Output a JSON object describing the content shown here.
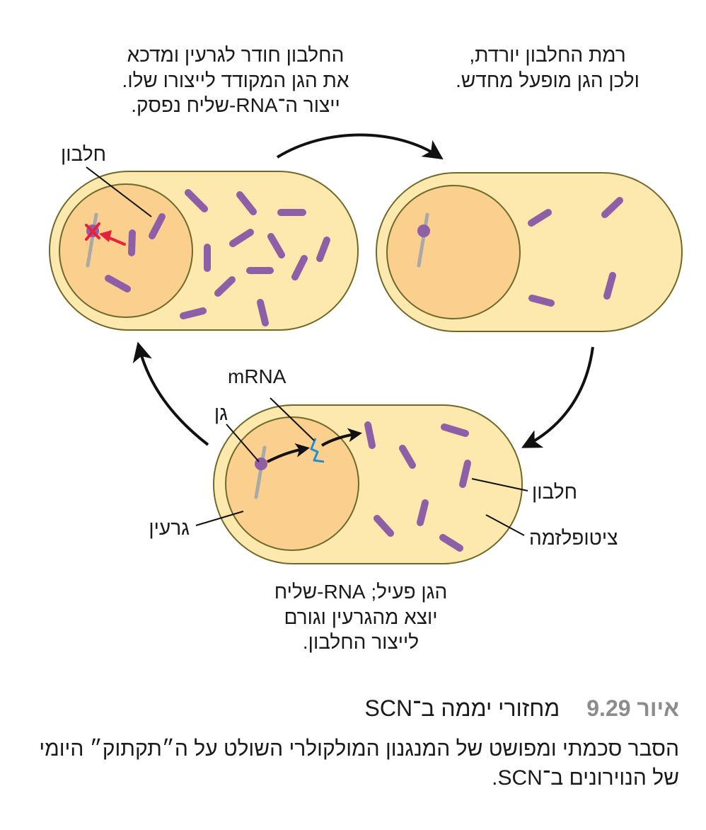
{
  "labels": {
    "top_left_line1": "החלבון חודר לגרעין ומדכא",
    "top_left_line2": "את הגן המקודד לייצורו שלו.",
    "top_left_line3": "ייצור ה־RNA-שליח נפסק.",
    "top_right_line1": "רמת החלבון יורדת,",
    "top_right_line2": "ולכן הגן מופעל מחדש.",
    "bottom_line1": "הגן פעיל; RNA-שליח",
    "bottom_line2": "יוצא מהגרעין וגורם",
    "bottom_line3": "לייצור החלבון.",
    "protein_top": "חלבון",
    "mrna": "mRNA",
    "gene": "גן",
    "nucleus": "גרעין",
    "protein_bottom": "חלבון",
    "cytoplasm": "ציטופלזמה"
  },
  "caption": {
    "figure_label": "איור 9.29",
    "title": "מחזורי יממה ב־SCN",
    "text": "הסבר סכמתי ומפושט של המנגנון המולקולרי השולט על ה״תקתוק״ היומי של הנוירונים ב־SCN."
  },
  "colors": {
    "cell_fill": "#fde8ae",
    "cell_stroke": "#6e6a2a",
    "nucleus_fill": "#fbcf8d",
    "protein": "#8e5fa6",
    "gene_strand": "#a9a9a9",
    "mrna": "#1f8fd0",
    "repression": "#e8203c",
    "arrow": "#111111"
  }
}
